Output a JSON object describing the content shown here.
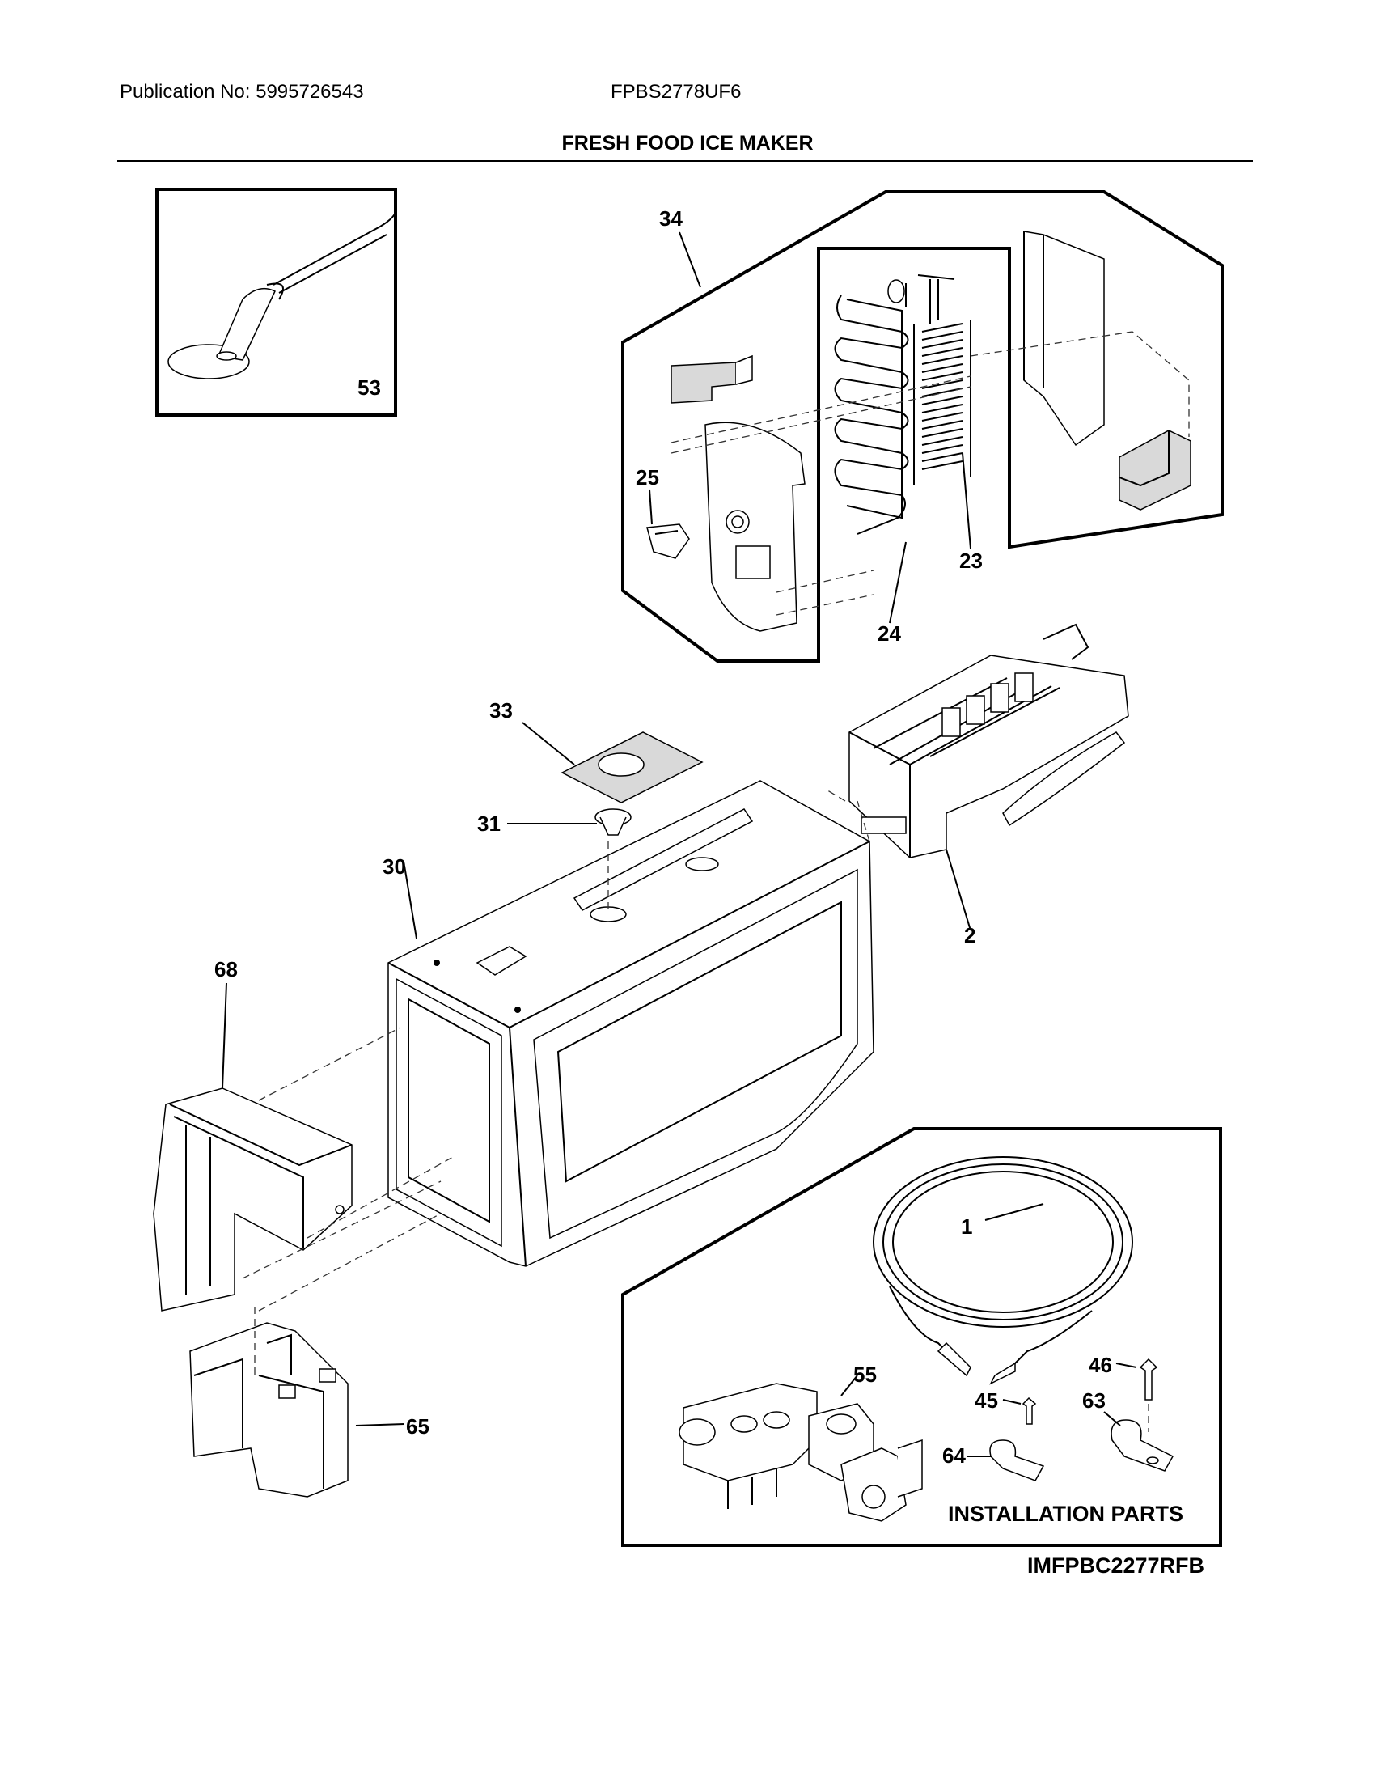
{
  "header": {
    "publication": "Publication No: 5995726543",
    "model": "FPBS2778UF6",
    "title": "FRESH FOOD ICE MAKER"
  },
  "callouts": [
    "53",
    "34",
    "25",
    "23",
    "24",
    "33",
    "31",
    "30",
    "2",
    "68",
    "1",
    "55",
    "46",
    "45",
    "63",
    "64",
    "65"
  ],
  "installation_label": "INSTALLATION PARTS",
  "diagram_code": "IMFPBC2277RFB"
}
